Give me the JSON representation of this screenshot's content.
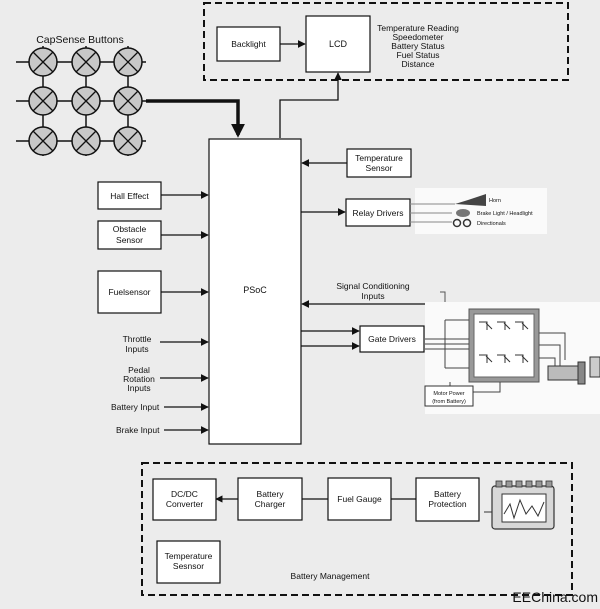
{
  "capsense": {
    "title": "CapSense Buttons",
    "rows": 3,
    "cols": 3
  },
  "lcd_panel": {
    "backlight": "Backlight",
    "lcd": "LCD",
    "readings": [
      "Temperature Reading",
      "Speedometer",
      "Battery Status",
      "Fuel Status",
      "Distance"
    ]
  },
  "psoc": {
    "label": "PSoC"
  },
  "left_inputs": {
    "hall_effect": "Hall Effect",
    "obstacle_sensor": [
      "Obstacle",
      "Sensor"
    ],
    "fuel_sensor": "Fuelsensor",
    "throttle": [
      "Throttle",
      "Inputs"
    ],
    "pedal": [
      "Pedal",
      "Rotation",
      "Inputs"
    ],
    "battery_input": "Battery Input",
    "brake_input": "Brake Input"
  },
  "right_blocks": {
    "temperature_sensor": [
      "Temperature",
      "Sensor"
    ],
    "relay_drivers": "Relay Drivers",
    "signal_conditioning": [
      "Signal Conditioning",
      "Inputs"
    ],
    "gate_drivers": "Gate Drivers"
  },
  "relay_outputs": [
    "Horn",
    "Brake Light / Headlight",
    "Directionals"
  ],
  "motor": {
    "power_label": [
      "Motor Power",
      "(from Battery)"
    ]
  },
  "battery_management": {
    "title": "Battery Management",
    "dcdc": [
      "DC/DC",
      "Converter"
    ],
    "charger": [
      "Battery",
      "Charger"
    ],
    "fuel_gauge": "Fuel Gauge",
    "protection": [
      "Battery",
      "Protection"
    ],
    "temp_sensor": [
      "Temperature",
      "Sesnsor"
    ]
  },
  "watermark": "EEChina.com"
}
